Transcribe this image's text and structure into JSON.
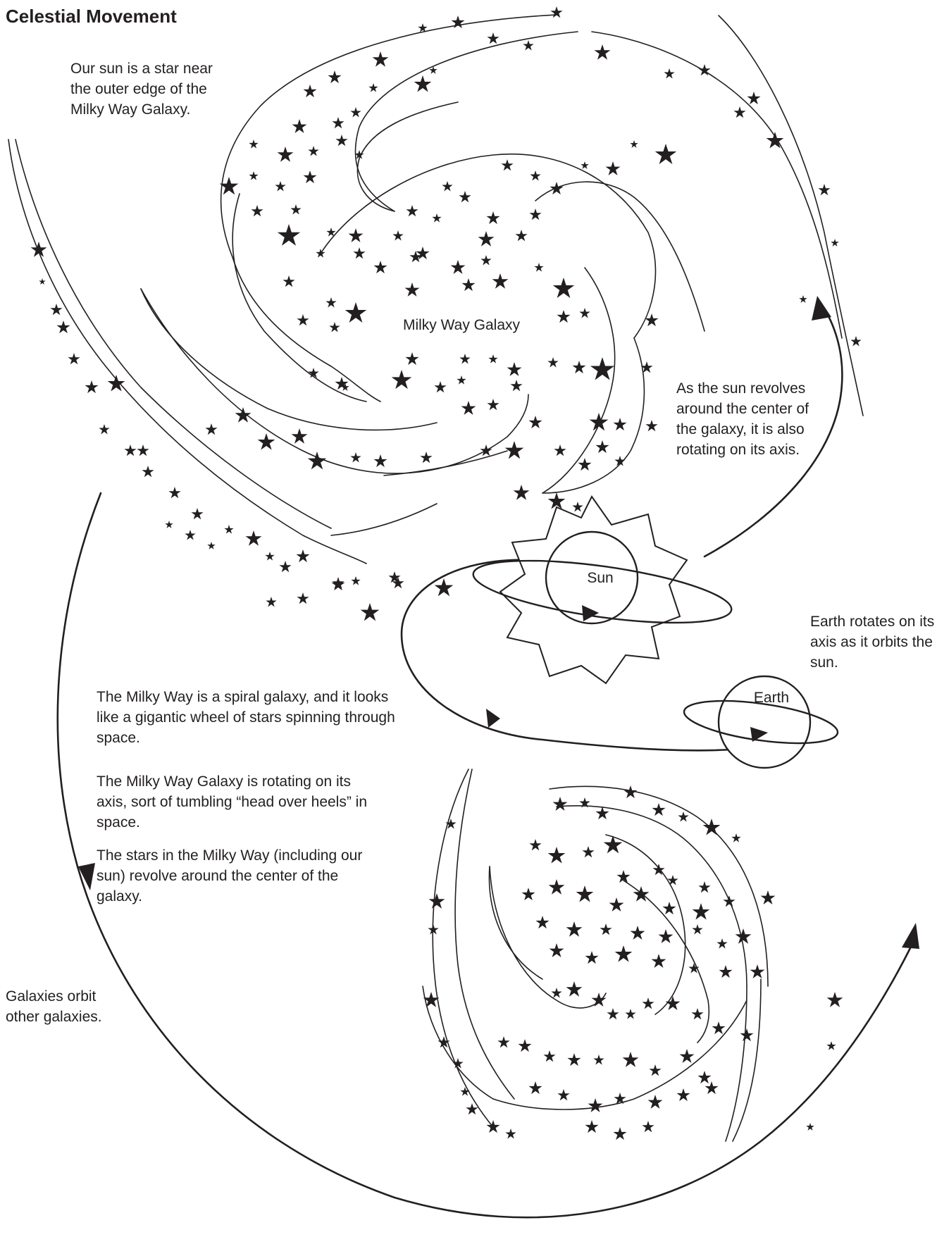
{
  "title": "Celestial Movement",
  "labels": {
    "milky_way": "Milky Way Galaxy",
    "sun": "Sun",
    "earth": "Earth"
  },
  "captions": {
    "sun_location": "Our sun is a star near the outer edge of the Milky Way Galaxy.",
    "sun_revolves": "As the sun revolves around the center of the galaxy, it is also rotating on its axis.",
    "earth_rotates": "Earth rotates on its axis as it orbits the sun.",
    "spiral": "The Milky Way is a spiral galaxy, and it looks like a gigantic wheel of stars spinning through space.",
    "tumbling": "The Milky Way Galaxy is rotating on its axis, sort of tumbling “head over heels” in space.",
    "stars_revolve": "The stars in the Milky Way (including our sun) revolve around the center of the galaxy.",
    "galaxies_orbit": "Galaxies orbit other galaxies."
  },
  "colors": {
    "ink": "#231f20",
    "background": "#ffffff"
  }
}
